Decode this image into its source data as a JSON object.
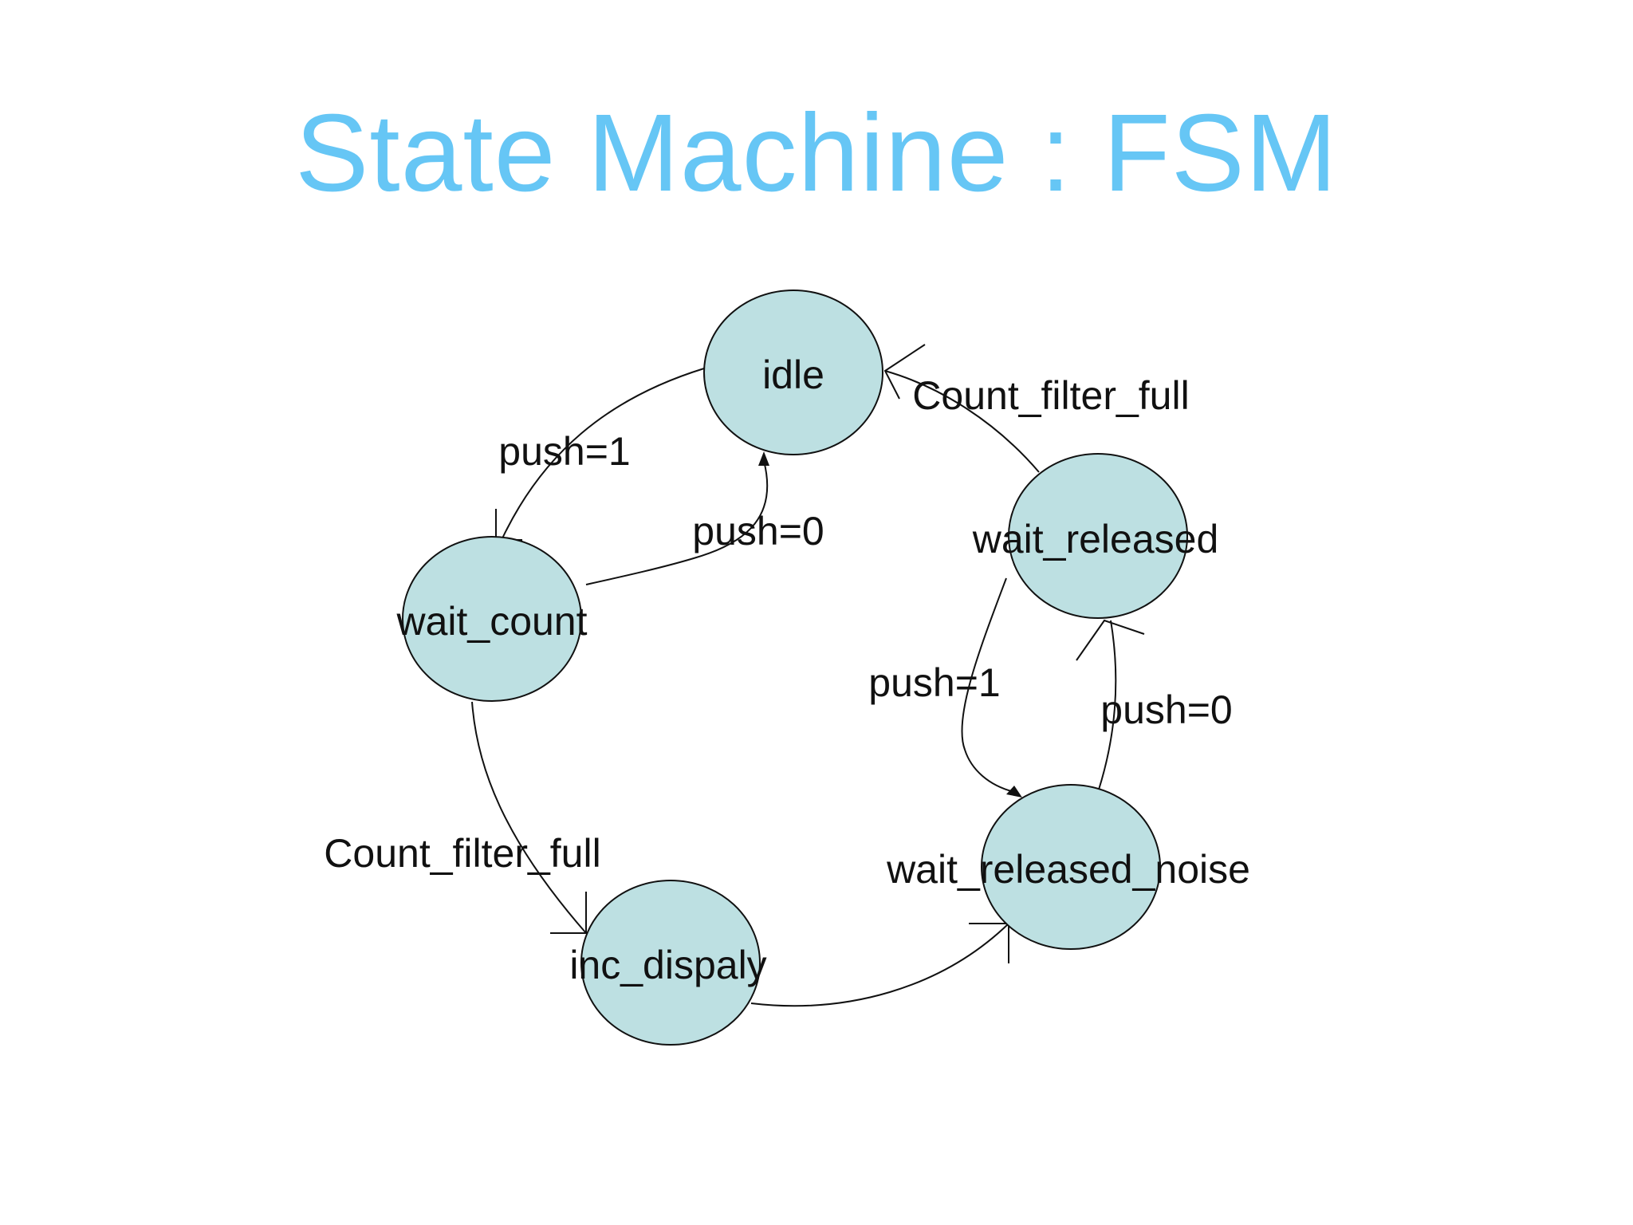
{
  "slide": {
    "title": "State Machine : FSM"
  },
  "states": {
    "idle": "idle",
    "wait_count": "wait_count",
    "wait_released": "wait_released",
    "wait_released_noise": "wait_released_noise",
    "inc_dispaly": "inc_dispaly"
  },
  "transitions": {
    "idle_to_wait_count": "push=1",
    "wait_count_to_idle": "push=0",
    "wait_released_to_idle": "Count_filter_full",
    "wait_released_to_noise": "push=1",
    "noise_to_wait_released": "push=0",
    "wait_count_to_inc_dispaly": "Count_filter_full"
  },
  "colors": {
    "title": "#66c6f5",
    "state_fill": "#bde0e2",
    "stroke": "#111111"
  }
}
